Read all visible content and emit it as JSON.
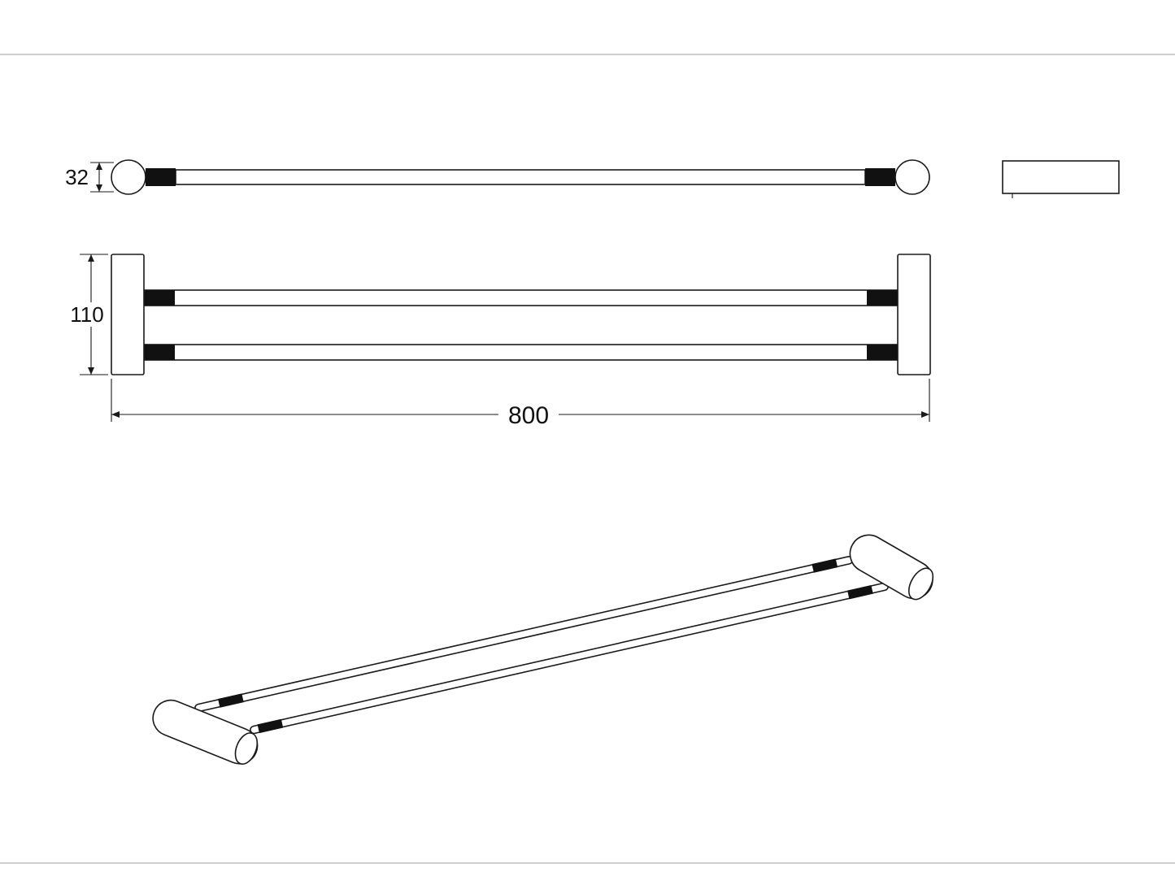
{
  "drawing": {
    "dimensions": {
      "rail_diameter": "32",
      "overall_depth": "110",
      "overall_length": "800"
    },
    "colors": {
      "line": "#1a1a1a",
      "solid_fill": "#111111",
      "background": "#ffffff",
      "page_rule": "#bdbdbd"
    }
  }
}
